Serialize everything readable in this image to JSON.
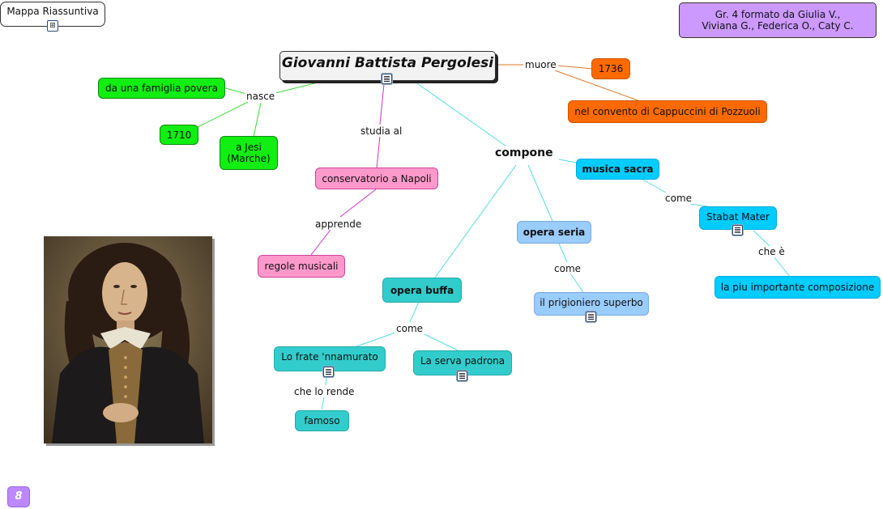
{
  "header": {
    "map_title": "Mappa Riassuntiva",
    "authors": "Gr. 4 formato da Giulia V., Viviana G., Federica O., Caty C."
  },
  "central": {
    "title": "Giovanni Battista Pergolesi"
  },
  "links": {
    "nasce": "nasce",
    "muore": "muore",
    "studia_al": "studia al",
    "compone": "compone",
    "apprende": "apprende",
    "come_sacra": "come",
    "come_seria": "come",
    "come_buffa": "come",
    "che_e": "che è",
    "che_lo_rende": "che lo rende"
  },
  "nodes": {
    "famiglia": "da una famiglia povera",
    "anno_nascita": "1710",
    "luogo_nascita": "a Jesi\n(Marche)",
    "anno_morte": "1736",
    "luogo_morte": "nel convento di Cappuccini di Pozzuoli",
    "conservatorio": "conservatorio a Napoli",
    "regole": "regole musicali",
    "musica_sacra": "musica sacra",
    "stabat": "Stabat Mater",
    "composizione": "la piu importante composizione",
    "opera_seria": "opera seria",
    "prigioniero": "il prigioniero superbo",
    "opera_buffa": "opera buffa",
    "frate": "Lo frate 'nnamurato",
    "serva": "La serva padrona",
    "famoso": "famoso"
  },
  "page_number": "8",
  "portrait": {
    "subject": "Giovanni Battista Pergolesi"
  },
  "colors": {
    "green": "#11ee11",
    "orange": "#ff6a00",
    "pink": "#ff99cc",
    "cyan": "#00ccff",
    "teal": "#33cccc",
    "blue": "#99ccff",
    "purple": "#cc99ff"
  }
}
